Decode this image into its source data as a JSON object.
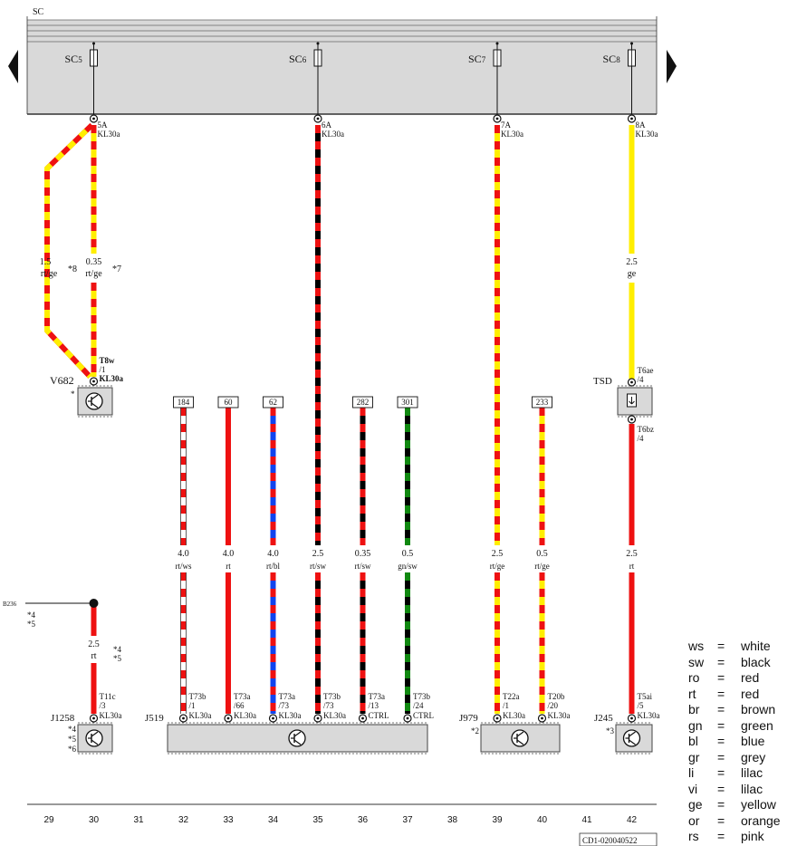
{
  "header": {
    "bus": "SC",
    "page_code": "CD1-020040522"
  },
  "colors": {
    "ws": "#ffffff",
    "sw": "#000000",
    "rt": "#ee1111",
    "ge": "#ffee00",
    "bl": "#1144ee",
    "gn": "#118811",
    "panel": "#d9d9d9",
    "frame": "#555555"
  },
  "fuses": [
    {
      "label": "SC",
      "num": "5",
      "col": 30
    },
    {
      "label": "SC",
      "num": "6",
      "col": 35
    },
    {
      "label": "SC",
      "num": "7",
      "col": 39
    },
    {
      "label": "SC",
      "num": "8",
      "col": 42
    }
  ],
  "fuse_taps": [
    {
      "col": 30,
      "rating": "5A",
      "term": "KL30a"
    },
    {
      "col": 35,
      "rating": "6A",
      "term": "KL30a"
    },
    {
      "col": 39,
      "rating": "7A",
      "term": "KL30a"
    },
    {
      "col": 42,
      "rating": "8A",
      "term": "KL30a"
    }
  ],
  "top_wires": [
    {
      "id": "w-1-5-rtge",
      "size": "1.5",
      "color": "rt/ge",
      "note": "*8"
    },
    {
      "id": "w-035-rtge",
      "size": "0.35",
      "color": "rt/ge",
      "note": "*7"
    },
    {
      "id": "w-25-ge",
      "size": "2.5",
      "color": "ge",
      "note": ""
    }
  ],
  "v682": {
    "label": "V682",
    "pin": "T8w",
    "pin_no": "/1",
    "term": "KL30a",
    "mark": "*"
  },
  "tsd": {
    "label": "TSD",
    "pin_top": "T6ae",
    "pin_top_no": "/4",
    "pin_bottom": "T6bz",
    "pin_bottom_no": "/4"
  },
  "connections": [
    {
      "col": 32,
      "ref": "184",
      "size": "4.0",
      "color": "rt/ws",
      "pin": "T73b",
      "pin_no": "/1",
      "term": "KL30a"
    },
    {
      "col": 33,
      "ref": "60",
      "size": "4.0",
      "color": "rt",
      "pin": "T73a",
      "pin_no": "/66",
      "term": "KL30a"
    },
    {
      "col": 34,
      "ref": "62",
      "size": "4.0",
      "color": "rt/bl",
      "pin": "T73a",
      "pin_no": "/73",
      "term": "KL30a"
    },
    {
      "col": 35,
      "ref": "",
      "size": "2.5",
      "color": "rt/sw",
      "pin": "T73b",
      "pin_no": "/73",
      "term": "KL30a"
    },
    {
      "col": 36,
      "ref": "282",
      "size": "0.35",
      "color": "rt/sw",
      "pin": "T73a",
      "pin_no": "/13",
      "term": "CTRL"
    },
    {
      "col": 37,
      "ref": "301",
      "size": "0.5",
      "color": "gn/sw",
      "pin": "T73b",
      "pin_no": "/24",
      "term": "CTRL"
    },
    {
      "col": 39,
      "ref": "",
      "size": "2.5",
      "color": "rt/ge",
      "pin": "T22a",
      "pin_no": "/1",
      "term": "KL30a"
    },
    {
      "col": 40,
      "ref": "233",
      "size": "0.5",
      "color": "rt/ge",
      "pin": "T20b",
      "pin_no": "/20",
      "term": "KL30a"
    },
    {
      "col": 42,
      "ref": "",
      "size": "2.5",
      "color": "rt",
      "pin": "T5ai",
      "pin_no": "/5",
      "term": "KL30a"
    }
  ],
  "j1258": {
    "label": "J1258",
    "marks": [
      "*4",
      "*5",
      "*6"
    ],
    "wire_size": "2.5",
    "wire_color": "rt",
    "wire_notes": [
      "*4",
      "*5"
    ],
    "pin": "T11c",
    "pin_no": "/3",
    "term": "KL30a",
    "b_label": "B236",
    "b_notes": [
      "*4",
      "*5"
    ]
  },
  "components": [
    {
      "label": "J519",
      "mark": ""
    },
    {
      "label": "J979",
      "mark": "*2"
    },
    {
      "label": "J245",
      "mark": "*3"
    }
  ],
  "columns": [
    "29",
    "30",
    "31",
    "32",
    "33",
    "34",
    "35",
    "36",
    "37",
    "38",
    "39",
    "40",
    "41",
    "42"
  ],
  "legend": [
    {
      "code": "ws",
      "name": "white"
    },
    {
      "code": "sw",
      "name": "black"
    },
    {
      "code": "ro",
      "name": "red"
    },
    {
      "code": "rt",
      "name": "red"
    },
    {
      "code": "br",
      "name": "brown"
    },
    {
      "code": "gn",
      "name": "green"
    },
    {
      "code": "bl",
      "name": "blue"
    },
    {
      "code": "gr",
      "name": "grey"
    },
    {
      "code": "li",
      "name": "lilac"
    },
    {
      "code": "vi",
      "name": "lilac"
    },
    {
      "code": "ge",
      "name": "yellow"
    },
    {
      "code": "or",
      "name": "orange"
    },
    {
      "code": "rs",
      "name": "pink"
    }
  ]
}
